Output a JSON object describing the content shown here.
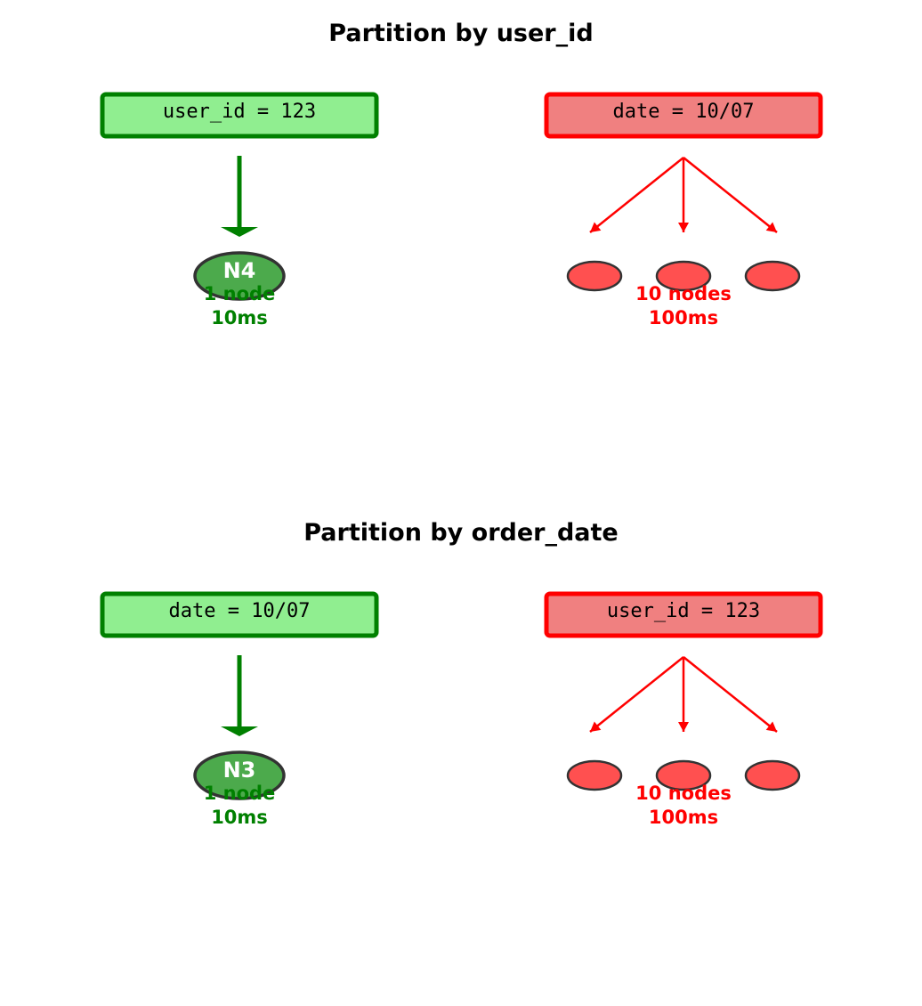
{
  "colors": {
    "good_fill": "#90ee90",
    "good_stroke": "#008000",
    "good_node": "#4caa4c",
    "bad_fill": "#f08080",
    "bad_stroke": "#ff0000",
    "bad_node": "#ff5050",
    "node_stroke": "#333333"
  },
  "panels": [
    {
      "title": "Partition by user_id",
      "good_query": "user_id = 123",
      "good_node": "N4",
      "good_nodes_text": "1 node",
      "good_latency": "10ms",
      "bad_query": "date = 10/07",
      "bad_nodes_text": "10 nodes",
      "bad_latency": "100ms"
    },
    {
      "title": "Partition by order_date",
      "good_query": "date = 10/07",
      "good_node": "N3",
      "good_nodes_text": "1 node",
      "good_latency": "10ms",
      "bad_query": "user_id = 123",
      "bad_nodes_text": "10 nodes",
      "bad_latency": "100ms"
    }
  ]
}
